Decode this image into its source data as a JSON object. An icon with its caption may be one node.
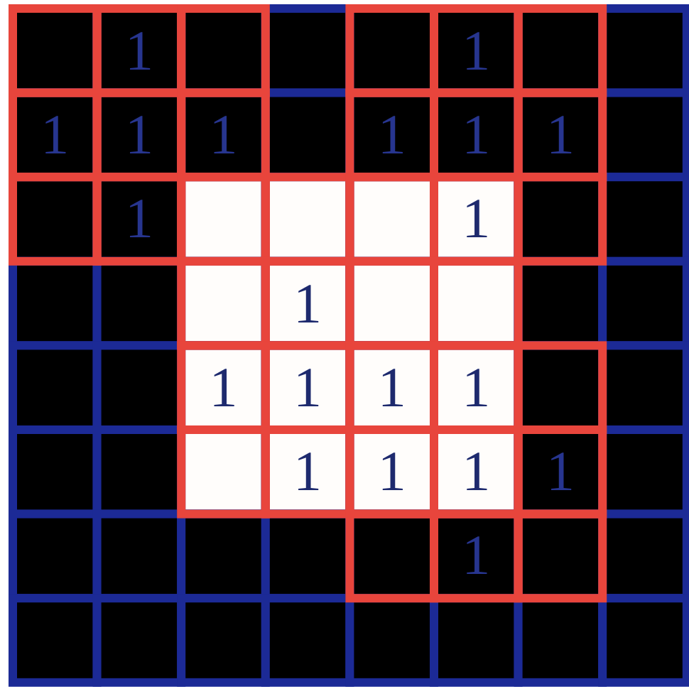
{
  "diagram": {
    "labels": [
      "1",
      "1",
      "1",
      "1",
      "1",
      "1",
      "1",
      "1",
      "1",
      "1",
      "1",
      "1",
      "1",
      "1",
      "1",
      "1",
      "1",
      "1",
      "1",
      "1"
    ]
  }
}
